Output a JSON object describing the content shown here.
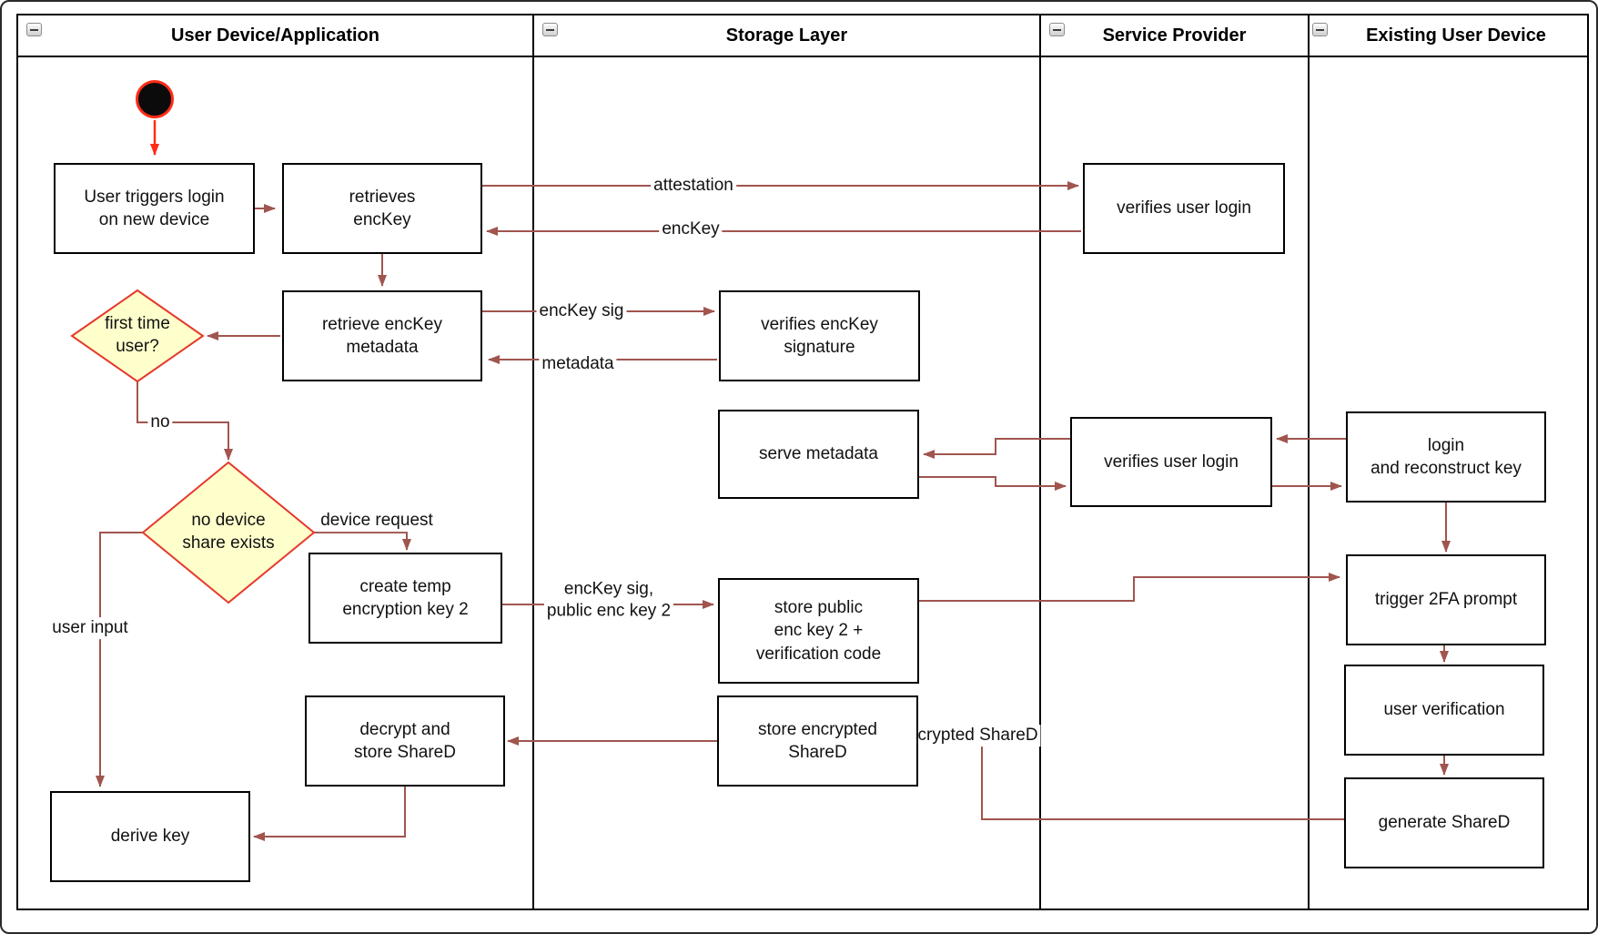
{
  "diagram_type": "swimlane activity diagram",
  "lanes": [
    {
      "title": "User Device/Application"
    },
    {
      "title": "Storage Layer"
    },
    {
      "title": "Service Provider"
    },
    {
      "title": "Existing User Device"
    }
  ],
  "nodes": {
    "user_triggers_login": {
      "label": "User triggers login\non new device"
    },
    "retrieves_enckey": {
      "label": "retrieves\nencKey"
    },
    "retrieve_enckey_metadata": {
      "label": "retrieve encKey\nmetadata"
    },
    "first_time_user": {
      "label": "first time\nuser?",
      "type": "decision"
    },
    "no_device_share_exists": {
      "label": "no device\nshare exists",
      "type": "decision"
    },
    "create_temp_key2": {
      "label": "create temp\nencryption key 2"
    },
    "decrypt_store_shared": {
      "label": "decrypt and\nstore ShareD"
    },
    "derive_key": {
      "label": "derive key"
    },
    "verifies_enckey_signature": {
      "label": "verifies encKey\nsignature"
    },
    "serve_metadata": {
      "label": "serve metadata"
    },
    "store_public_key2": {
      "label": "store public\nenc key 2 +\nverification code"
    },
    "store_encrypted_shared": {
      "label": "store encrypted\nShareD"
    },
    "verifies_user_login_1": {
      "label": "verifies user login"
    },
    "verifies_user_login_2": {
      "label": "verifies user login"
    },
    "login_reconstruct_key": {
      "label": "login\nand reconstruct key"
    },
    "trigger_2fa": {
      "label": "trigger 2FA prompt"
    },
    "user_verification": {
      "label": "user verification"
    },
    "generate_shared": {
      "label": "generate ShareD"
    }
  },
  "edge_labels": {
    "attestation": "attestation",
    "enckey": "encKey",
    "enckey_sig": "encKey sig",
    "metadata": "metadata",
    "no": "no",
    "device_request": "device request",
    "user_input": "user input",
    "enckey_sig_public": "encKey sig,\npublic enc key 2",
    "encrypted_shared": "encrypted ShareD"
  },
  "colors": {
    "edge": "#A0554E",
    "start_arrow": "#FF2B18",
    "decision_fill": "#FFFFCC",
    "decision_border": "#E5392B",
    "node_border": "#000000",
    "lane_border": "#000000"
  }
}
